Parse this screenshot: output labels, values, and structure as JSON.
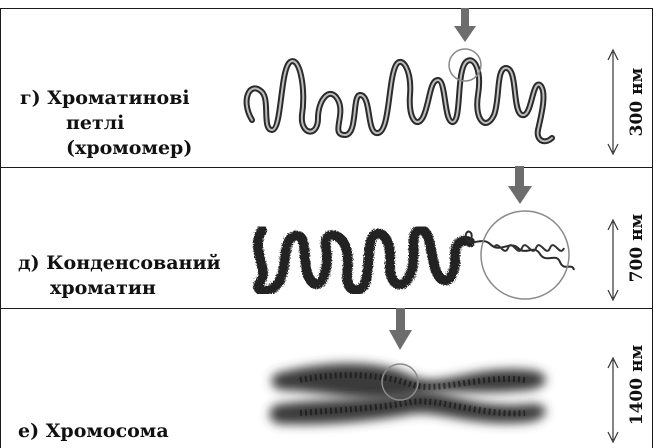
{
  "panels": [
    {
      "label_lines": [
        "г) Хроматинові",
        "петлі",
        "(хромомер)"
      ],
      "scale": "300 нм"
    },
    {
      "label_lines": [
        "д) Конденсований",
        "хроматин"
      ],
      "scale": "700 нм"
    },
    {
      "label_lines": [
        "е) Хромосома"
      ],
      "scale": "1400 нм"
    }
  ],
  "colors": {
    "arrow": "#6d6d6d",
    "fiber": "#2b2b2b",
    "circle": "#8a8a8a"
  }
}
